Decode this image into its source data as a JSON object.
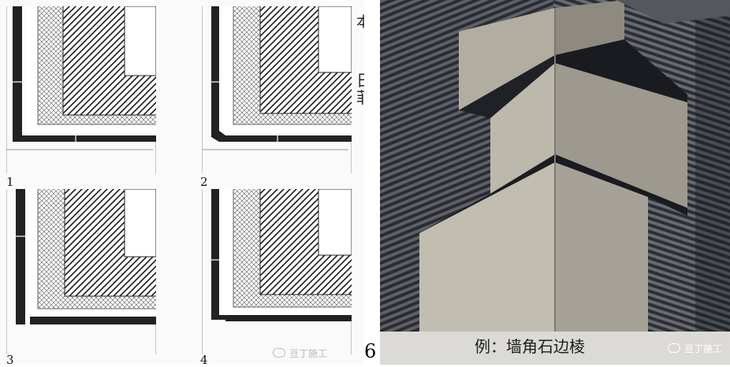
{
  "figures": {
    "labels": [
      "1",
      "2",
      "3",
      "4"
    ],
    "bottom_number": "6",
    "watermark": "亘丁施工",
    "cut_chars": [
      "本",
      "日",
      "菲"
    ]
  },
  "photo": {
    "caption": "例：墙角石边棱",
    "watermark": "亘丁施工"
  }
}
